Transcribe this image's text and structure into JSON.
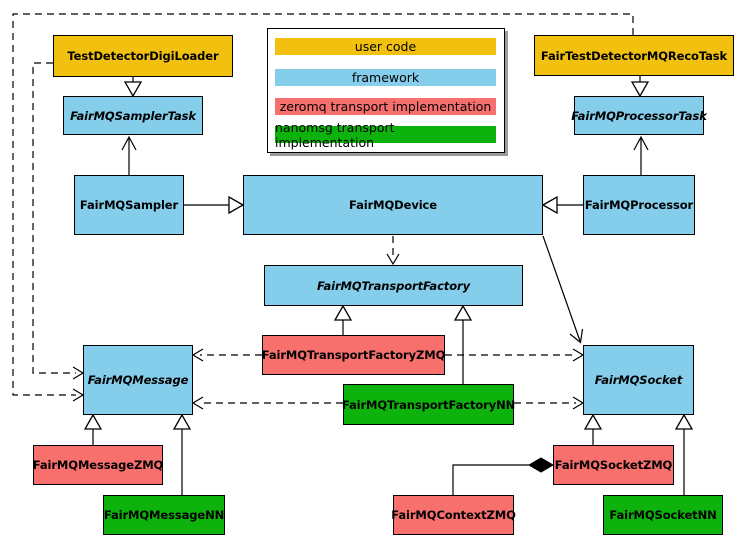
{
  "colors": {
    "user_code": "#F2C00E",
    "framework": "#84CEEB",
    "zeromq": "#F8706E",
    "nanomsg": "#0DB20D"
  },
  "legend": {
    "items": [
      {
        "label": "user code",
        "color": "user_code"
      },
      {
        "label": "framework",
        "color": "framework"
      },
      {
        "label": "zeromq transport implementation",
        "color": "zeromq"
      },
      {
        "label": "nanomsg transport implementation",
        "color": "nanomsg"
      }
    ]
  },
  "nodes": {
    "testDetectorDigiLoader": {
      "label": "TestDetectorDigiLoader"
    },
    "fairTestDetectorMQRecoTask": {
      "label": "FairTestDetectorMQRecoTask"
    },
    "fairMQSamplerTask": {
      "label": "FairMQSamplerTask"
    },
    "fairMQProcessorTask": {
      "label": "FairMQProcessorTask"
    },
    "fairMQSampler": {
      "label": "FairMQSampler"
    },
    "fairMQDevice": {
      "label": "FairMQDevice"
    },
    "fairMQProcessor": {
      "label": "FairMQProcessor"
    },
    "fairMQTransportFactory": {
      "label": "FairMQTransportFactory"
    },
    "fairMQTransportFactoryZMQ": {
      "label": "FairMQTransportFactoryZMQ"
    },
    "fairMQTransportFactoryNN": {
      "label": "FairMQTransportFactoryNN"
    },
    "fairMQMessage": {
      "label": "FairMQMessage"
    },
    "fairMQSocket": {
      "label": "FairMQSocket"
    },
    "fairMQMessageZMQ": {
      "label": "FairMQMessageZMQ"
    },
    "fairMQMessageNN": {
      "label": "FairMQMessageNN"
    },
    "fairMQSocketZMQ": {
      "label": "FairMQSocketZMQ"
    },
    "fairMQSocketNN": {
      "label": "FairMQSocketNN"
    },
    "fairMQContextZMQ": {
      "label": "FairMQContextZMQ"
    }
  }
}
